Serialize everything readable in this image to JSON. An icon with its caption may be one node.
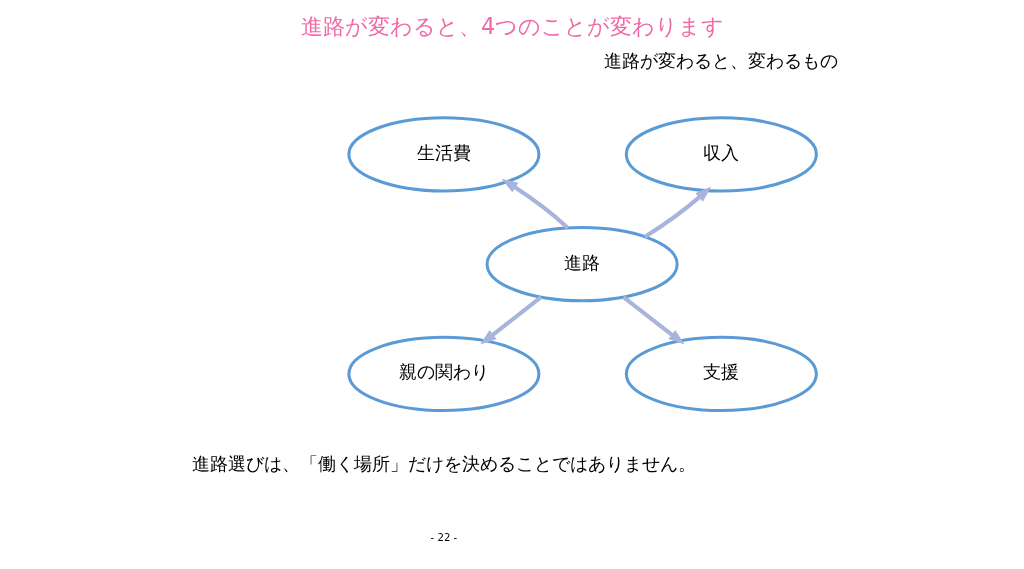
{
  "diagram": {
    "title": "進路が変わると、4つのことが変わります",
    "nodes": [
      {
        "text": [
          "収入"
        ]
      },
      {
        "text": [
          "生活費"
        ]
      },
      {
        "text": [
          "進路"
        ]
      },
      {
        "text": [
          "親の関わり"
        ]
      },
      {
        "text": [
          "支援"
        ]
      }
    ],
    "edges": [
      {
        "from": 2,
        "to": 0,
        "arrow": "to"
      },
      {
        "from": 2,
        "to": 1,
        "arrow": "to"
      },
      {
        "from": 2,
        "to": 3,
        "arrow": "to"
      },
      {
        "from": 2,
        "to": 4,
        "arrow": "to"
      }
    ],
    "labels": [
      "進路が変わると、変わるもの",
      "進路選びは、「働く場所」だけを決めることではありません。",
      "- 22 -"
    ]
  }
}
